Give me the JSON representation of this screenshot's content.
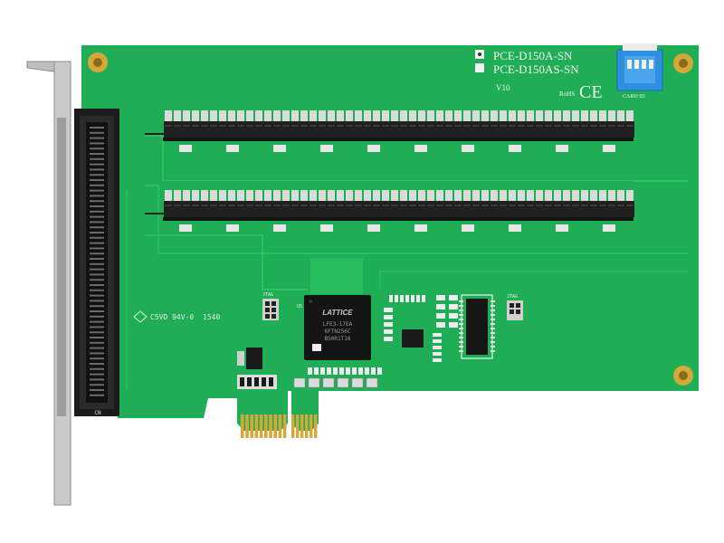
{
  "board": {
    "model_a": "PCE-D150A-SN",
    "model_b": "PCE-D150AS-SN",
    "version": "V10",
    "rohs_mark": "RoHS",
    "ce_mark": "CE",
    "card_id_label": "CARD ID",
    "chip_brand": "LATTICE",
    "chip_line1": "LFE3-17EA",
    "chip_line2": "6FTN256C",
    "chip_line3": "BS0R1T16",
    "ul_text": "C5VD 94V-0",
    "date_code": "1540",
    "connector_label": "CN",
    "jtag_label": "JTAG",
    "u_label": "U5"
  },
  "colors": {
    "pcb": "#1fae55",
    "pcb_dark": "#168a42",
    "trace": "#2bc765",
    "bracket": "#b8b8b8",
    "connector": "#1b1b1b",
    "gold": "#d6a83a",
    "relay_top": "#d9dcd9",
    "relay_body": "#202020",
    "dip_switch": "#2f8fe0"
  }
}
